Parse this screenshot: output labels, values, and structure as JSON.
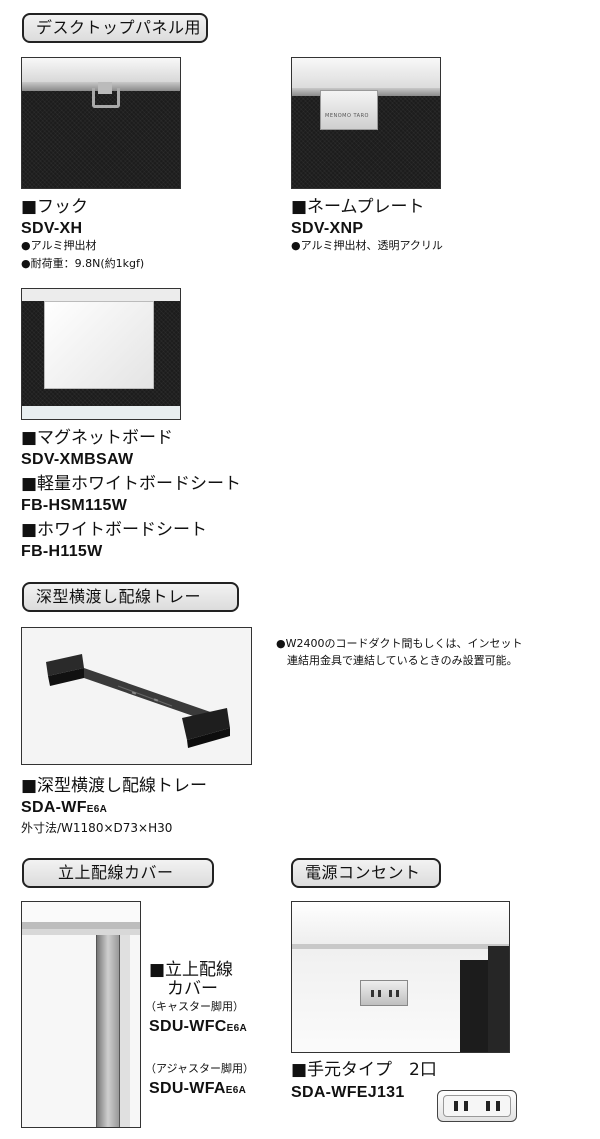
{
  "sections": {
    "desktop": "デスクトップパネル用",
    "tray": "深型横渡し配線トレー",
    "cover": "立上配線カバー",
    "outlet": "電源コンセント"
  },
  "hook": {
    "name": "■フック",
    "code": "SDV-XH",
    "notes": [
      "●アルミ押出材",
      "●耐荷重：9.8N(約1kgf)"
    ]
  },
  "nameplate": {
    "name": "■ネームプレート",
    "code": "SDV-XNP",
    "notes": [
      "●アルミ押出材、透明アクリル"
    ],
    "plate_text": "MENOMO TARO"
  },
  "board": {
    "items": [
      {
        "name": "■マグネットボード",
        "code": "SDV-XMBSAW"
      },
      {
        "name": "■軽量ホワイトボードシート",
        "code": "FB-HSM115W"
      },
      {
        "name": "■ホワイトボードシート",
        "code": "FB-H115W"
      }
    ]
  },
  "tray": {
    "notes": [
      "●W2400のコードダクト間もしくは、インセット",
      "連結用金具で連結しているときのみ設置可能。"
    ],
    "name": "■深型横渡し配線トレー",
    "code": "SDA-WF",
    "code_sub": "E6A",
    "size": "外寸法/W1180×D73×H30"
  },
  "cover": {
    "name_line1": "■立上配線",
    "name_line2": "カバー",
    "caster_label": "（キャスター脚用）",
    "caster_code": "SDU-WFC",
    "caster_sub": "E6A",
    "adjuster_label": "（アジャスター脚用）",
    "adjuster_code": "SDU-WFA",
    "adjuster_sub": "E6A"
  },
  "outlet": {
    "name": "■手元タイプ　2口",
    "code": "SDA-WFEJ131"
  }
}
